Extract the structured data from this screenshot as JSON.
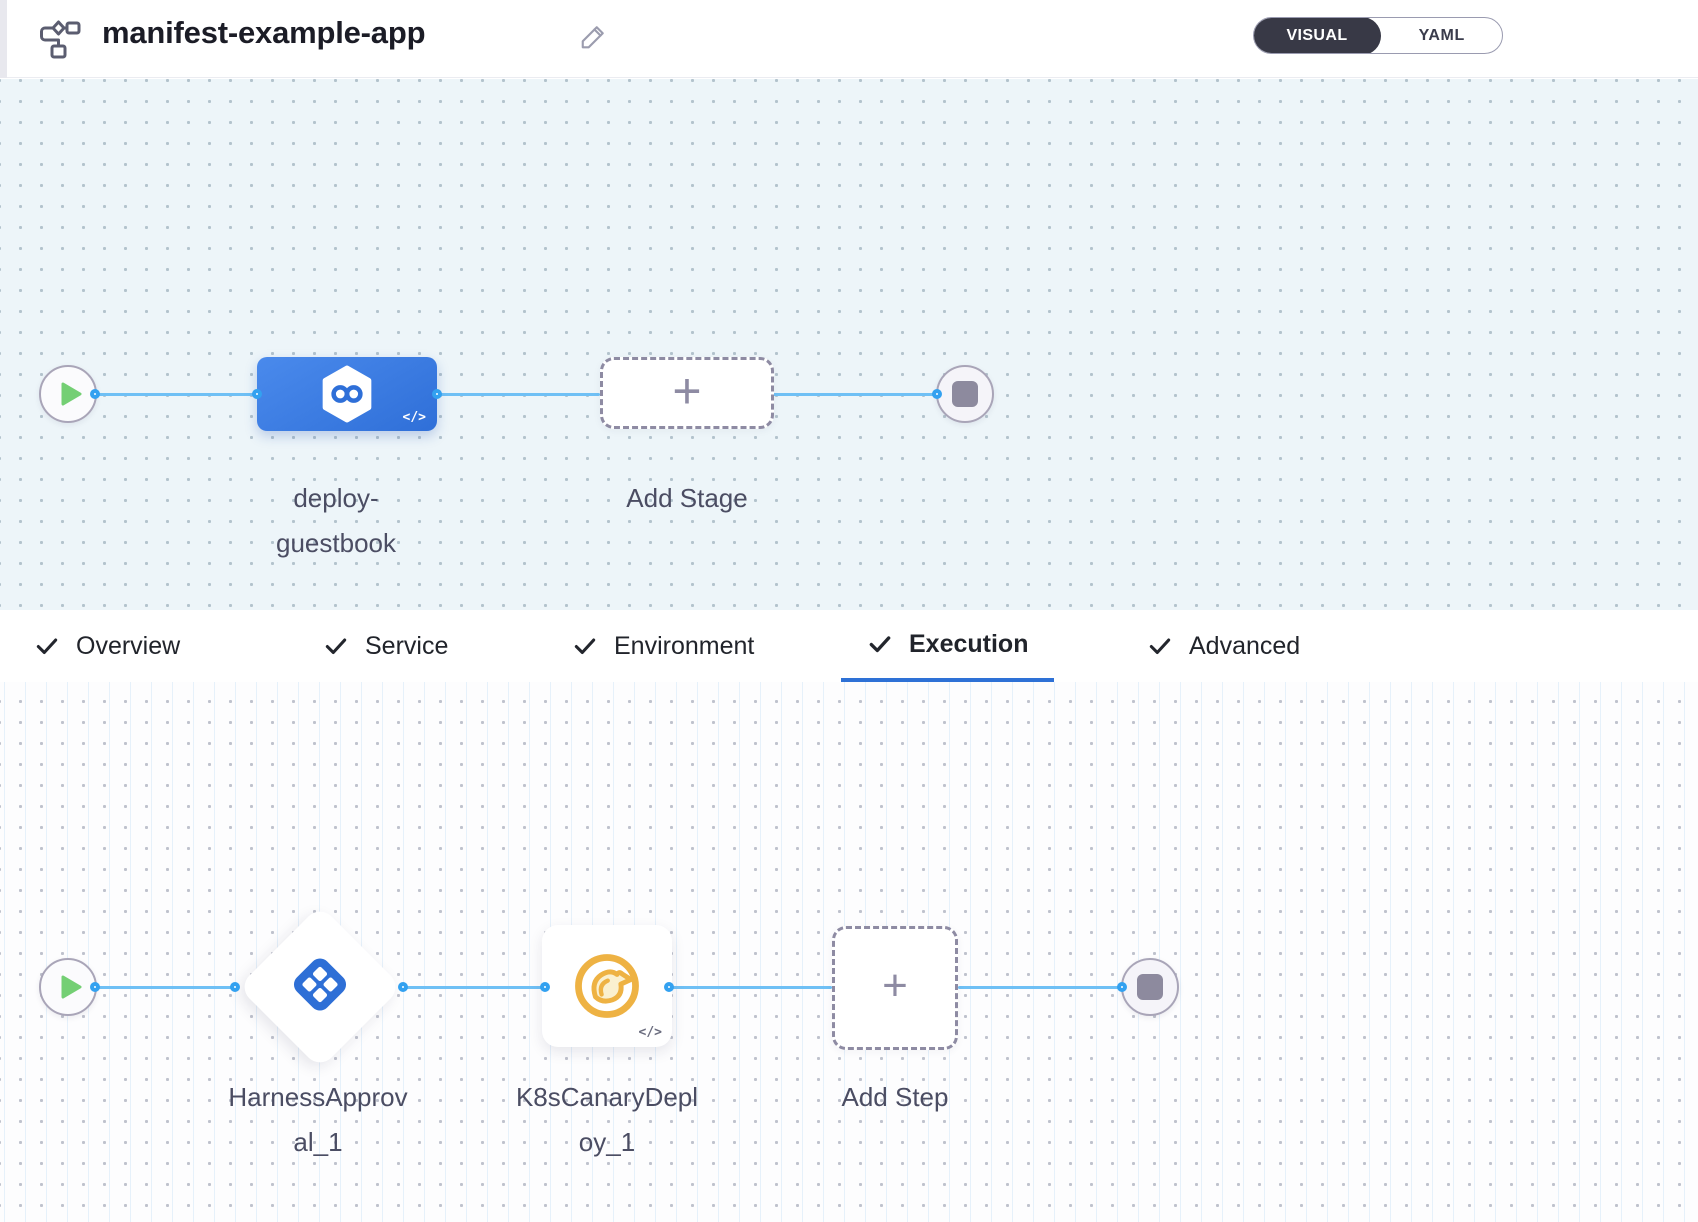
{
  "header": {
    "title": "manifest-example-app",
    "icons": {
      "pipeline": "pipeline-graph-icon",
      "edit": "edit-pencil-icon"
    },
    "mode_toggle": {
      "visual": "VISUAL",
      "yaml": "YAML",
      "active": "VISUAL"
    }
  },
  "stage_pipeline": {
    "stage": {
      "name_lines": [
        "deploy-",
        "guestbook"
      ],
      "icon": "harness-cd-hexagon-icon",
      "code_badge": "</>"
    },
    "add_stage": {
      "label": "Add Stage",
      "plus": "+"
    },
    "start_icon": "play-icon",
    "end_icon": "stop-icon"
  },
  "tabs": {
    "items": [
      {
        "label": "Overview"
      },
      {
        "label": "Service"
      },
      {
        "label": "Environment"
      },
      {
        "label": "Execution"
      },
      {
        "label": "Advanced"
      }
    ],
    "active": "Execution",
    "check_icon": "check-icon"
  },
  "execution_pipeline": {
    "steps": [
      {
        "name_lines": [
          "HarnessApprov",
          "al_1"
        ],
        "icon": "approval-icon"
      },
      {
        "name_lines": [
          "K8sCanaryDepl",
          "oy_1"
        ],
        "icon": "canary-bird-icon",
        "code_badge": "</>"
      }
    ],
    "add_step": {
      "label": "Add Step",
      "plus": "+"
    },
    "start_icon": "play-icon",
    "end_icon": "stop-icon"
  },
  "colors": {
    "accent_blue": "#2e71d6",
    "stage_blue": "#3b7ce2",
    "edge_blue": "#6fc0f5",
    "connector_blue": "#33a1f0",
    "play_green": "#74cf74",
    "stop_gray": "#8d8a9e",
    "canary_yellow": "#eeb243",
    "toggle_dark": "#383946"
  }
}
